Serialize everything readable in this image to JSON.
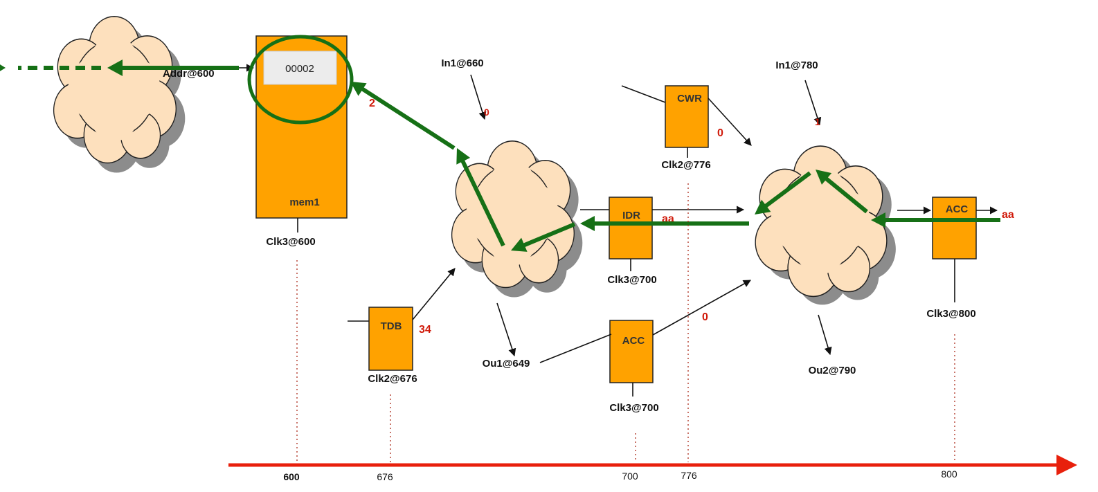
{
  "memory": {
    "name": "mem1",
    "value": "00002",
    "clock": "Clk3@600",
    "addr_label": "Addr@600"
  },
  "clouds": {
    "cloud1": {
      "input": "In1@660",
      "output": "Ou1@649",
      "input_value": "0"
    },
    "cloud2": {
      "input": "In1@780",
      "output": "Ou2@790",
      "input_value": "1"
    }
  },
  "registers": {
    "tdb": {
      "name": "TDB",
      "clock": "Clk2@676",
      "value": "34"
    },
    "cwr": {
      "name": "CWR",
      "clock": "Clk2@776",
      "value": "0"
    },
    "idr": {
      "name": "IDR",
      "clock": "Clk3@700",
      "value": "aa"
    },
    "acc_mid": {
      "name": "ACC",
      "clock": "Clk3@700",
      "value": "0"
    },
    "acc_right": {
      "name": "ACC",
      "clock": "Clk3@800",
      "value": "aa"
    }
  },
  "mem_link_value": "2",
  "timeline": {
    "ticks": [
      "600",
      "676",
      "700",
      "776",
      "800"
    ]
  },
  "colors": {
    "register": "#ffa200",
    "cloud": "#fde0bd",
    "trace": "#167016",
    "timeline": "#e8200c",
    "value_text": "#d01a0a"
  }
}
